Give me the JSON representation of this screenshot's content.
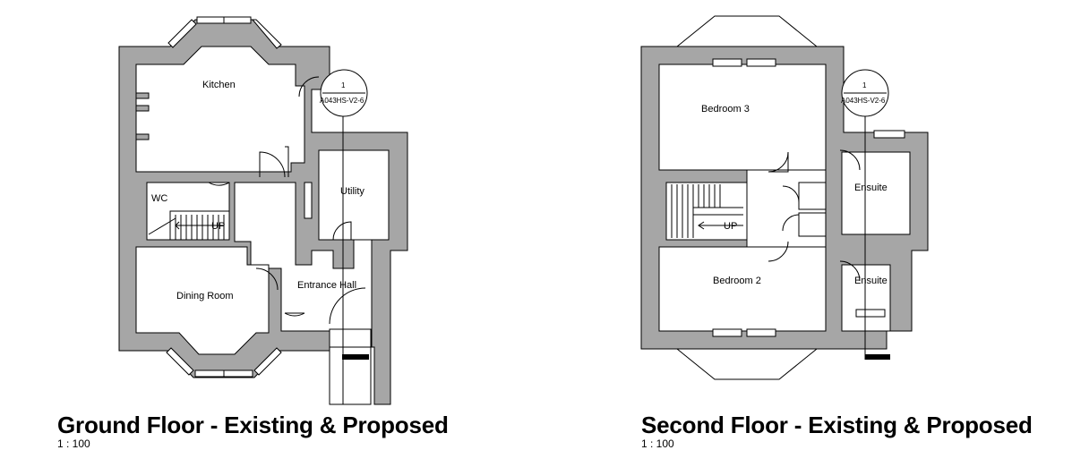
{
  "ground_floor": {
    "title": "Ground Floor - Existing & Proposed",
    "scale": "1 : 100",
    "rooms": {
      "kitchen": "Kitchen",
      "wc": "WC",
      "utility": "Utility",
      "dining": "Dining Room",
      "hall": "Entrance Hall"
    },
    "stair_label": "UP",
    "section_marker": {
      "number": "1",
      "ref": "A043HS-V2-6"
    }
  },
  "second_floor": {
    "title": "Second Floor - Existing & Proposed",
    "scale": "1 : 100",
    "rooms": {
      "bedroom3": "Bedroom 3",
      "bedroom2": "Bedroom 2",
      "ensuite_upper": "Ensuite",
      "ensuite_lower": "Ensuite"
    },
    "stair_label": "UP",
    "section_marker": {
      "number": "1",
      "ref": "A043HS-V2-6"
    }
  },
  "colors": {
    "wall": "#a6a6a6",
    "line": "#000000",
    "background": "#ffffff"
  }
}
